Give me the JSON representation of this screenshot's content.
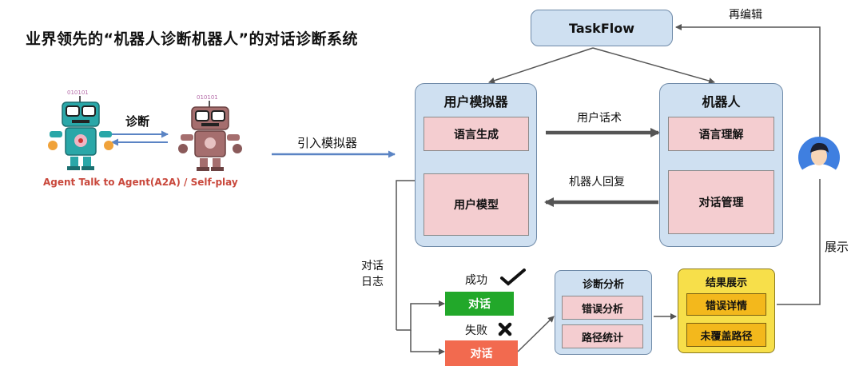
{
  "title": "业界领先的“机器人诊断机器人”的对话诊断系统",
  "left": {
    "diagnose_label": "诊断",
    "caption": "Agent Talk to Agent(A2A) / Self-play",
    "intro_label": "引入模拟器"
  },
  "taskflow": {
    "label": "TaskFlow",
    "reedit_label": "再编辑"
  },
  "simulator": {
    "title": "用户模拟器",
    "language_gen": "语言生成",
    "user_model": "用户模型"
  },
  "robot": {
    "title": "机器人",
    "language_understand": "语言理解",
    "dialog_manage": "对话管理"
  },
  "arrows": {
    "user_speech": "用户话术",
    "robot_reply": "机器人回复",
    "dialog_log_1": "对话",
    "dialog_log_2": "日志",
    "show": "展示"
  },
  "outcomes": {
    "success_label": "成功",
    "success_box": "对话",
    "fail_label": "失败",
    "fail_box": "对话"
  },
  "diagnosis": {
    "title": "诊断分析",
    "error_analysis": "错误分析",
    "path_stats": "路径统计"
  },
  "results": {
    "title": "结果展示",
    "error_detail": "错误详情",
    "uncovered_path": "未覆盖路径"
  },
  "colors": {
    "blue_box": "#cfe0f1",
    "pink_box": "#f4cdd0",
    "success": "#22a82a",
    "fail": "#f26a4f",
    "yellow": "#f7df4a"
  }
}
